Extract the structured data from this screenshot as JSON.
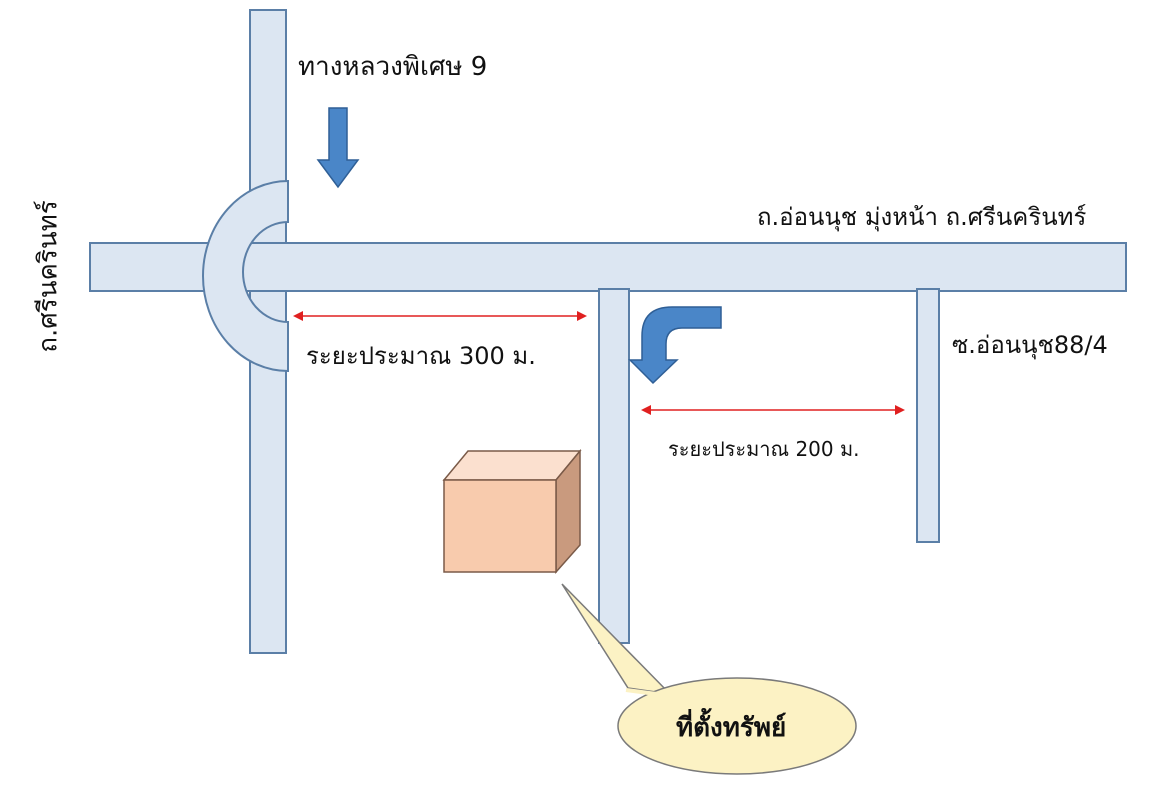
{
  "labels": {
    "expressway": "ทางหลวงพิเศษ 9",
    "main_road": "ถ.อ่อนนุช มุ่งหน้า ถ.ศรีนครินทร์",
    "srinakarin": "ถ.ศรีนครินทร์",
    "soi": "ซ.อ่อนนุช88/4",
    "dist_300": "ระยะประมาณ 300 ม.",
    "dist_200": "ระยะประมาณ 200 ม.",
    "property": "ที่ตั้งทรัพย์"
  },
  "colors": {
    "road_fill": "#dce6f2",
    "road_stroke": "#5b7fa7",
    "arrow": "#4a86c8",
    "distance_line": "#e02020",
    "box_front": "#f8cbad",
    "box_top": "#fbe0cf",
    "box_side": "#c99a7e",
    "bubble": "#fcf2c4"
  },
  "icons": [
    "down-arrow-icon",
    "turn-arrow-icon",
    "property-box-icon",
    "callout-bubble-icon"
  ]
}
